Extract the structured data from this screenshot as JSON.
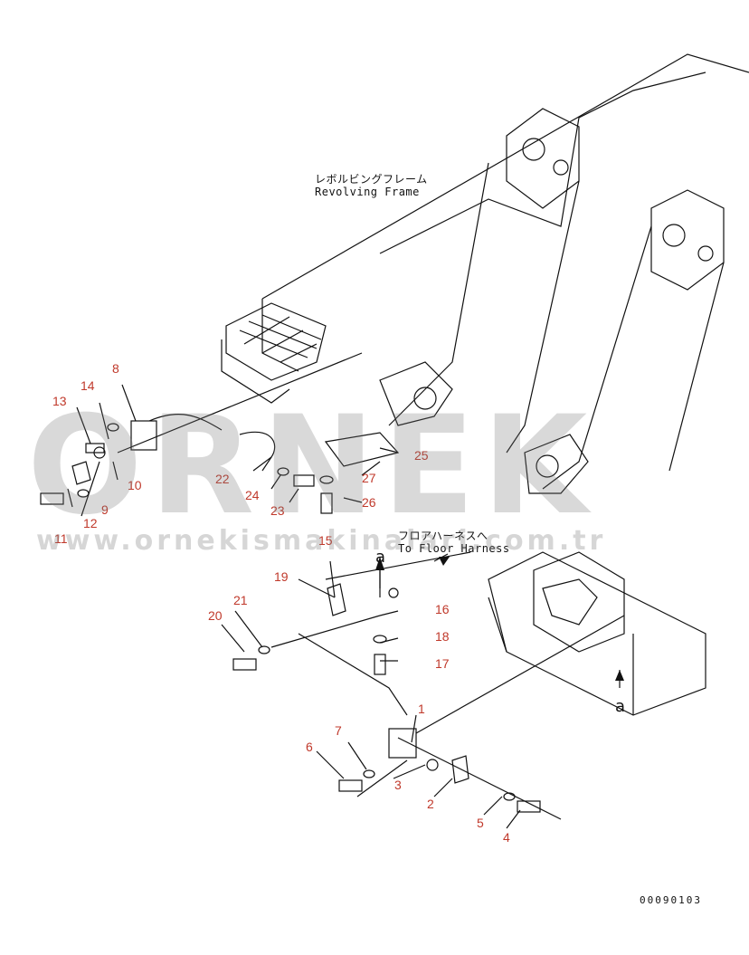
{
  "notes": {
    "frame_jp": "レボルビングフレーム",
    "frame_en": "Revolving Frame",
    "harness_jp": "フロアハーネスへ",
    "harness_en": "To Floor Harness"
  },
  "watermark": {
    "brand": "ORNEK",
    "url": "www.ornekismakinalari.com.tr"
  },
  "drawing_code": "00090103",
  "view_marks": [
    "a",
    "a"
  ],
  "callouts": [
    "1",
    "2",
    "3",
    "4",
    "5",
    "6",
    "7",
    "8",
    "9",
    "10",
    "11",
    "12",
    "13",
    "14",
    "15",
    "16",
    "17",
    "18",
    "19",
    "20",
    "21",
    "22",
    "23",
    "24",
    "25",
    "26",
    "27"
  ],
  "colors": {
    "callout": "#c0392b",
    "line": "#111111",
    "watermark": "#8a8a8a"
  }
}
